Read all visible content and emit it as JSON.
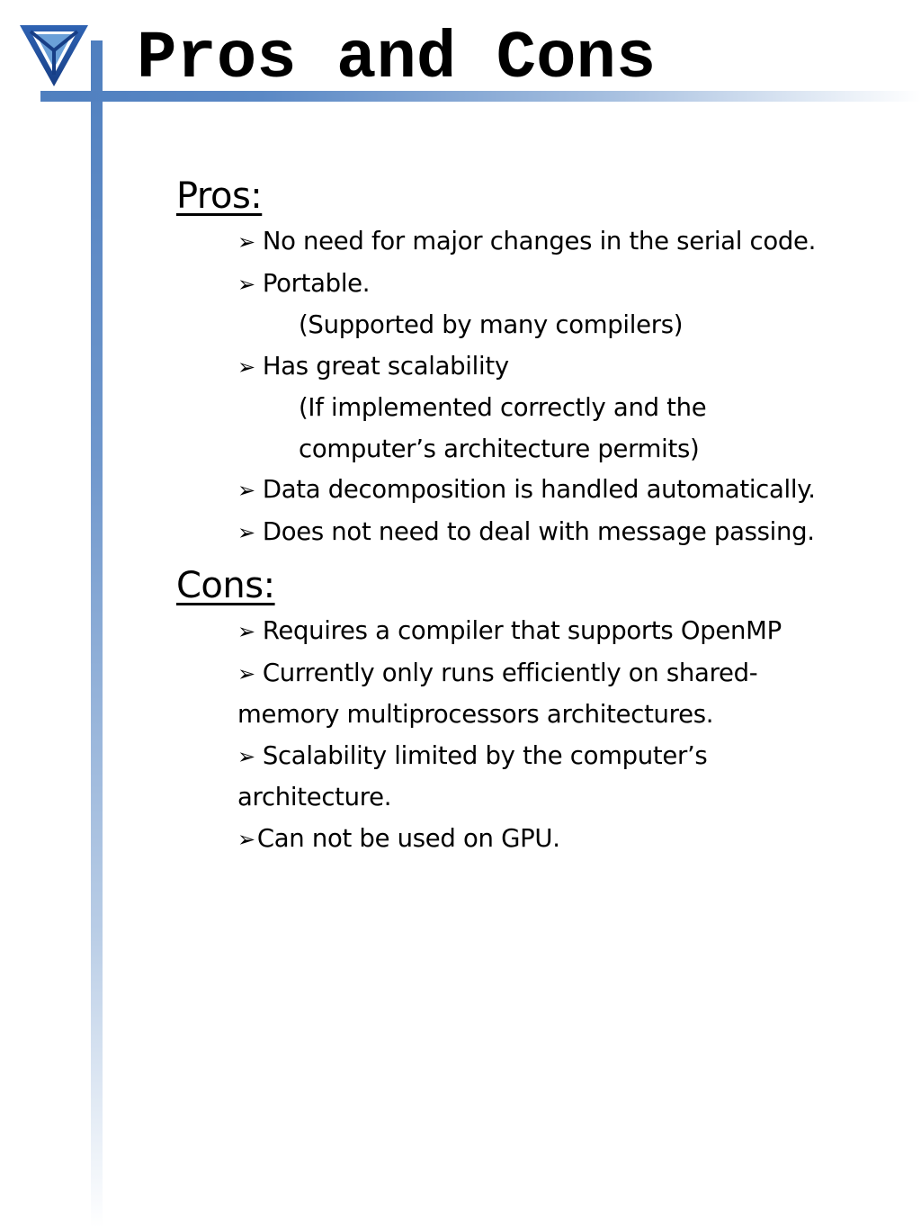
{
  "slide": {
    "title": "Pros and Cons",
    "accent_color": "#4f7fbf",
    "logo_icon": "triangle-v-logo-icon",
    "bullet_icon": "arrow-right-icon"
  },
  "pros": {
    "heading": "Pros:",
    "items": [
      {
        "text": "No need for major changes in the serial code."
      },
      {
        "text": "Portable.",
        "sub": [
          "(Supported by many compilers)"
        ]
      },
      {
        "text": "Has great scalability",
        "sub": [
          "(If implemented correctly and the",
          "computer’s architecture permits)"
        ]
      },
      {
        "text": "Data decomposition is handled automatically."
      },
      {
        "text": "Does not need to deal with message passing."
      }
    ]
  },
  "cons": {
    "heading": "Cons:",
    "items": [
      {
        "text": "Requires a compiler that supports OpenMP"
      },
      {
        "text": "Currently only runs efficiently on shared-",
        "cont": "memory multiprocessors architectures."
      },
      {
        "text": "Scalability limited by the computer’s",
        "cont": "architecture."
      },
      {
        "text": "Can not be used on GPU."
      }
    ]
  }
}
